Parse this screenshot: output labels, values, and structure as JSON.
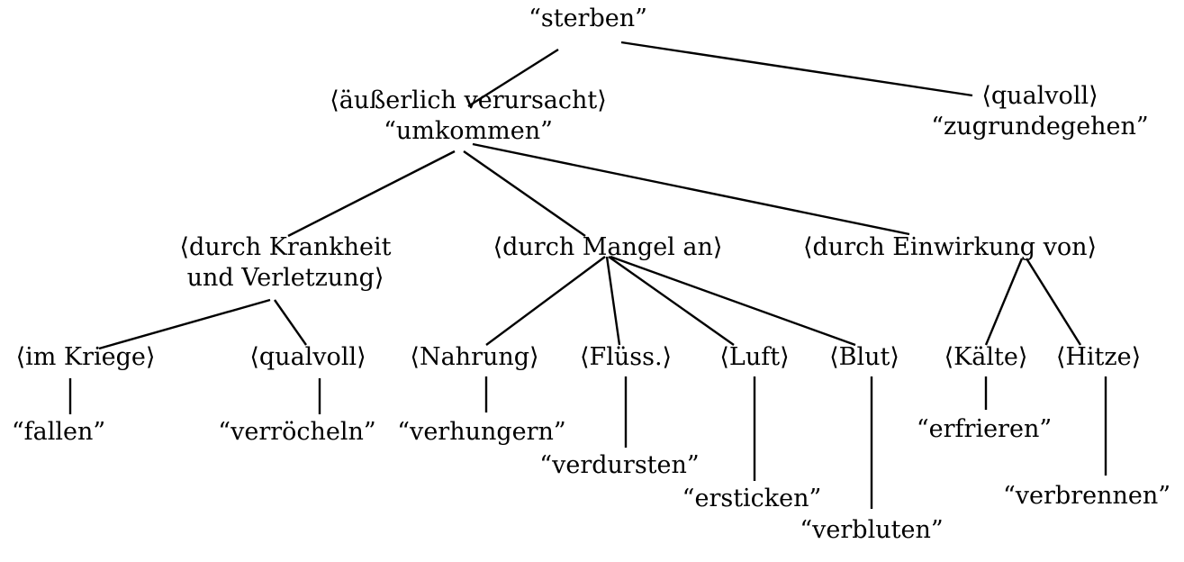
{
  "tree": {
    "root": {
      "word": "“sterben”"
    },
    "aeusserlich": {
      "condition": "⟨äußerlich verursacht⟩",
      "word": "“umkommen”"
    },
    "qualvoll_top": {
      "condition": "⟨qualvoll⟩",
      "word": "“zugrundegehen”"
    },
    "krankheit": {
      "condition_line1": "⟨durch Krankheit",
      "condition_line2": "und Verletzung⟩"
    },
    "mangel": {
      "condition": "⟨durch Mangel an⟩"
    },
    "einwirkung": {
      "condition": "⟨durch Einwirkung von⟩"
    },
    "krieg": {
      "condition": "⟨im Kriege⟩",
      "word": "“fallen”"
    },
    "qualvoll_low": {
      "condition": "⟨qualvoll⟩",
      "word": "“verröcheln”"
    },
    "nahrung": {
      "condition": "⟨Nahrung⟩",
      "word": "“verhungern”"
    },
    "fluess": {
      "condition": "⟨Flüss.⟩",
      "word": "“verdursten”"
    },
    "luft": {
      "condition": "⟨Luft⟩",
      "word": "“ersticken”"
    },
    "blut": {
      "condition": "⟨Blut⟩",
      "word": "“verbluten”"
    },
    "kaelte": {
      "condition": "⟨Kälte⟩",
      "word": "“erfrieren”"
    },
    "hitze": {
      "condition": "⟨Hitze⟩",
      "word": "“verbrennen”"
    }
  }
}
